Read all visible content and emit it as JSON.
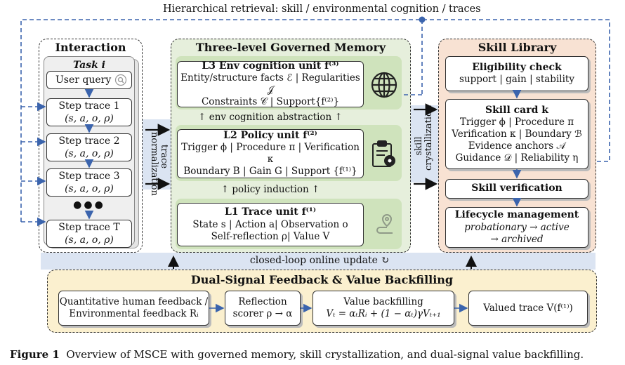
{
  "top_label": "Hierarchical retrieval: skill / environmental cognition / traces",
  "interaction": {
    "title": "Interaction",
    "task": "Task i",
    "user_query": "User query",
    "steps": [
      {
        "label": "Step trace 1",
        "tuple": "(s, a, o, ρ)"
      },
      {
        "label": "Step trace 2",
        "tuple": "(s, a, o, ρ)"
      },
      {
        "label": "Step trace 3",
        "tuple": "(s, a, o, ρ)"
      },
      {
        "label": "Step trace T",
        "tuple": "(s, a, o, ρ)"
      }
    ],
    "ellipsis": "●●●"
  },
  "normalization_label": "trace normalization",
  "crystallization_label": "skill crystallization",
  "memory": {
    "title": "Three-level Governed Memory",
    "l3": {
      "title": "L3 Env cognition unit f⁽³⁾",
      "line1": "Entity/structure facts ℰ | Regularities 𝒥",
      "line2": "Constraints 𝒞 | Support{f⁽²⁾}"
    },
    "env_abstraction": "env cognition abstraction",
    "l2": {
      "title": "L2 Policy unit f⁽²⁾",
      "line1": "Trigger ϕ | Procedure π | Verification κ",
      "line2": "Boundary B | Gain G | Support {f⁽¹⁾}"
    },
    "policy_induction": "policy induction",
    "l1": {
      "title": "L1 Trace unit f⁽¹⁾",
      "line1": "State s | Action a| Observation o",
      "line2": "Self-reflection ρ| Value V"
    }
  },
  "skill_library": {
    "title": "Skill Library",
    "eligibility": {
      "title": "Eligibility check",
      "line": "support  | gain | stability"
    },
    "card": {
      "title": "Skill card  k",
      "line1": "Trigger ϕ | Procedure π",
      "line2": "Verification κ | Boundary ℬ",
      "line3": "Evidence anchors 𝒜",
      "line4": "Guidance 𝒟 | Reliability η"
    },
    "verification": "Skill verification",
    "lifecycle": {
      "title": "Lifecycle management",
      "line1": "probationary → active",
      "line2": "→ archived"
    }
  },
  "closed_loop": "closed-loop online update ↻",
  "feedback": {
    "title": "Dual-Signal Feedback & Value Backfilling",
    "box1": {
      "line1": "Quantitative human feedback /",
      "line2": "Environmental feedback Rᵢ"
    },
    "box2": {
      "line1": "Reflection",
      "line2": "scorer ρ → α"
    },
    "box3": {
      "line1": "Value backfilling",
      "line2": "Vₜ = αₜRᵢ + (1 − αₜ)γVₜ₊₁"
    },
    "box4": "Valued trace V(f⁽¹⁾)"
  },
  "caption": {
    "label": "Figure 1",
    "text": "Overview of MSCE with governed memory, skill crystallization, and dual-signal value backfilling."
  },
  "colors": {
    "memory_bg": "#e6efdc",
    "level_bg": "#cfe3bc",
    "skill_bg": "#f8e2d3",
    "feedback_bg": "#fbf0cf",
    "interaction_bg": "#efefef",
    "accent_blue": "#3b64ad"
  },
  "icons": [
    "globe-icon",
    "clipboard-gear-icon",
    "path-pin-icon",
    "magnifier-icon",
    "refresh-icon"
  ]
}
